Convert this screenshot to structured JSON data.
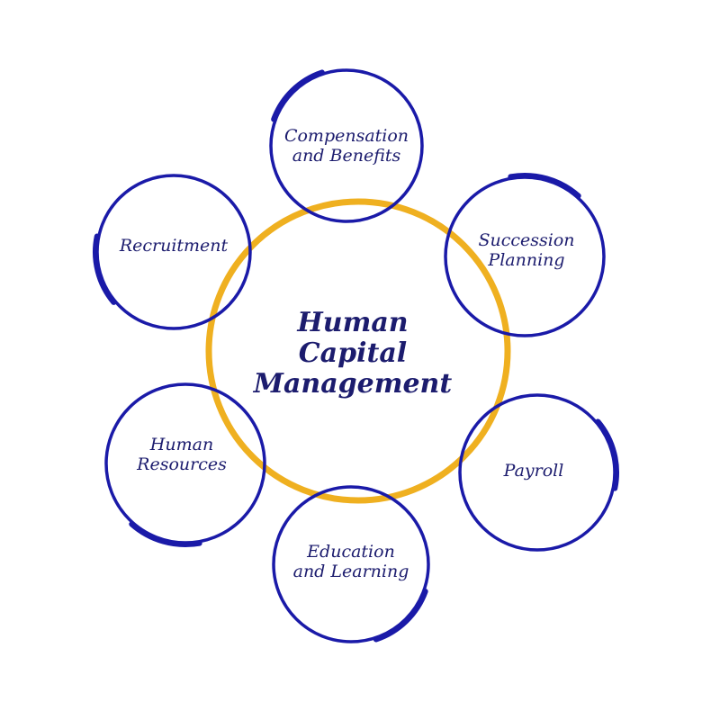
{
  "title": "Human Capital Management",
  "title_lines": [
    "Human",
    "Capital",
    "Management"
  ],
  "nodes": [
    {
      "id": "compensation",
      "lines": [
        "Compensation",
        "and Benefits"
      ]
    },
    {
      "id": "succession",
      "lines": [
        "Succession",
        "Planning"
      ]
    },
    {
      "id": "payroll",
      "lines": [
        "Payroll"
      ]
    },
    {
      "id": "education",
      "lines": [
        "Education",
        "and Learning"
      ]
    },
    {
      "id": "human-resources",
      "lines": [
        "Human",
        "Resources"
      ]
    },
    {
      "id": "recruitment",
      "lines": [
        "Recruitment"
      ]
    }
  ],
  "colors": {
    "node_ring": "#1a1aa8",
    "center_ring": "#efb020",
    "text": "#1c1c6e"
  }
}
